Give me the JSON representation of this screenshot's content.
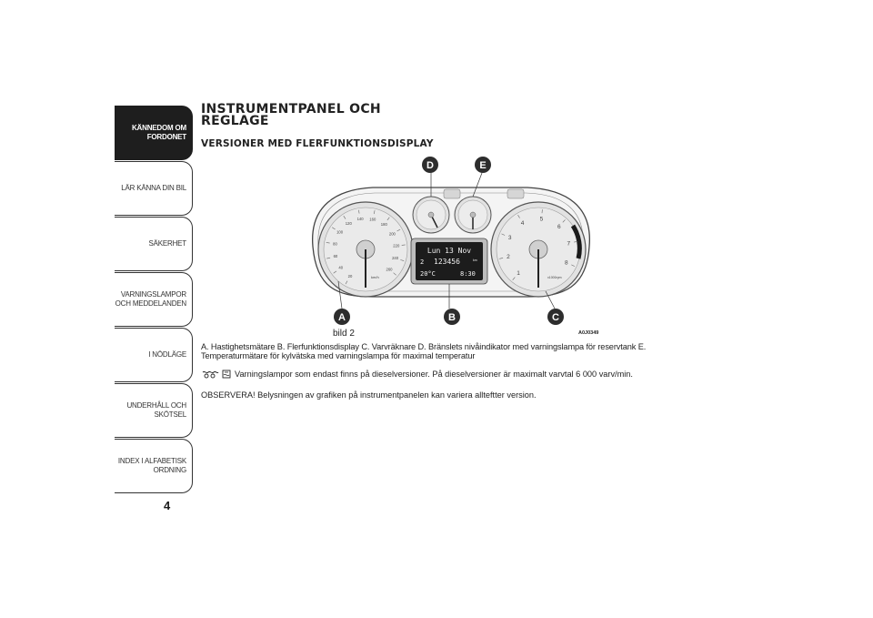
{
  "sidebar": {
    "items": [
      {
        "label": "KÄNNEDOM OM\nFORDONET",
        "active": true
      },
      {
        "label": "LÄR KÄNNA DIN BIL",
        "active": false
      },
      {
        "label": "SÄKERHET",
        "active": false
      },
      {
        "label": "VARNINGSLAMPOR\nOCH MEDDELANDEN",
        "active": false
      },
      {
        "label": "I NÖDLÄGE",
        "active": false
      },
      {
        "label": "UNDERHÅLL OCH\nSKÖTSEL",
        "active": false
      },
      {
        "label": "INDEX I ALFABETISK\nORDNING",
        "active": false
      }
    ],
    "page_number": "4"
  },
  "heading": {
    "title": "INSTRUMENTPANEL OCH\nREGLAGE",
    "subtitle": "VERSIONER MED FLERFUNKTIONSDISPLAY"
  },
  "figure": {
    "label": "bild 2",
    "code": "A0J0349",
    "callouts": [
      "A",
      "B",
      "C",
      "D",
      "E"
    ],
    "display": {
      "date": "Lun 13 Nov",
      "trip_prefix": "2",
      "odometer": "123456",
      "odometer_unit": "km",
      "temperature": "20°C",
      "time": "8:30"
    },
    "speedo_ticks": [
      "20",
      "40",
      "60",
      "80",
      "100",
      "120",
      "140",
      "160",
      "180",
      "200",
      "220",
      "240",
      "260"
    ],
    "tacho_ticks": [
      "1",
      "2",
      "3",
      "4",
      "5",
      "6",
      "7",
      "8"
    ],
    "speedo_unit": "km/h",
    "tacho_unit": "x1000rpm",
    "colors": {
      "callout": "#2d2d2d",
      "gauge_face": "#e6e6e6",
      "display_bg": "#1c1c1c",
      "display_text": "#f2f2f2",
      "redzone": "#1a1a1a"
    }
  },
  "body": {
    "caption": "A. Hastighetsmätare B. Flerfunktionsdisplay C. Varvräknare D. Bränslets nivåindikator med varningslampa för reservtank E. Temperaturmätare för kylvätska med varningslampa för maximal temperatur",
    "diesel_note": "Varningslampor som endast finns på dieselversioner. På dieselversioner är maximalt varvtal 6 000 varv/min.",
    "diesel_icons": [
      "glow-plug-icon",
      "water-in-fuel-icon"
    ],
    "observe": "OBSERVERA! Belysningen av grafiken på instrumentpanelen kan variera allteftter version."
  }
}
